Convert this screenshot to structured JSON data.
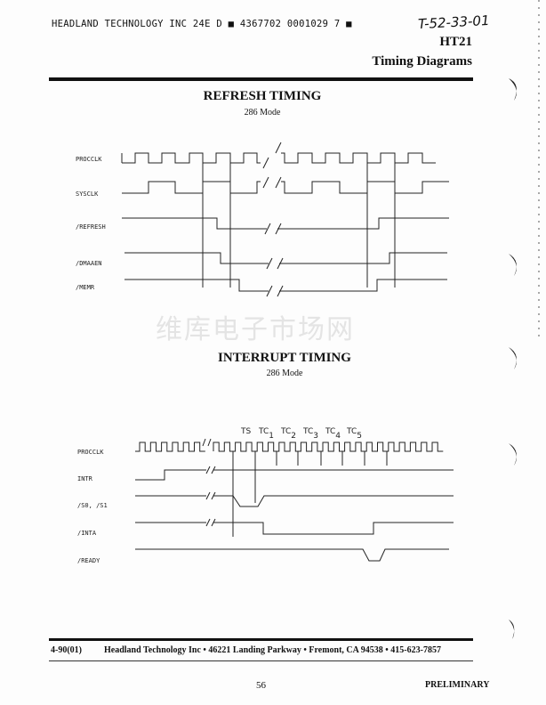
{
  "header": {
    "scan_line": "HEADLAND TECHNOLOGY INC     24E D  ■ 4367702 0001029 7 ■",
    "handwritten_ref": "T-52-33-01",
    "product": "HT21",
    "section": "Timing Diagrams"
  },
  "refresh": {
    "title": "REFRESH TIMING",
    "subtitle": "286 Mode",
    "signals": [
      "PROCCLK",
      "SYSCLK",
      "/REFRESH",
      "/DMAAEN",
      "/MEMR"
    ]
  },
  "watermark": "维库电子市场网",
  "interrupt": {
    "title": "INTERRUPT TIMING",
    "subtitle": "286 Mode",
    "signals": [
      "PROCCLK",
      "INTR",
      "/S0, /S1",
      "/INTA",
      "/READY"
    ],
    "states": [
      {
        "name": "TS",
        "sub": ""
      },
      {
        "name": "TC",
        "sub": "1"
      },
      {
        "name": "TC",
        "sub": "2"
      },
      {
        "name": "TC",
        "sub": "3"
      },
      {
        "name": "TC",
        "sub": "4"
      },
      {
        "name": "TC",
        "sub": "5"
      }
    ]
  },
  "footer": {
    "doc_code": "4-90(01)",
    "address": "Headland Technology Inc •  46221 Landing Parkway • Fremont, CA 94538 •  415-623-7857",
    "page_number": "56",
    "status": "PRELIMINARY"
  }
}
